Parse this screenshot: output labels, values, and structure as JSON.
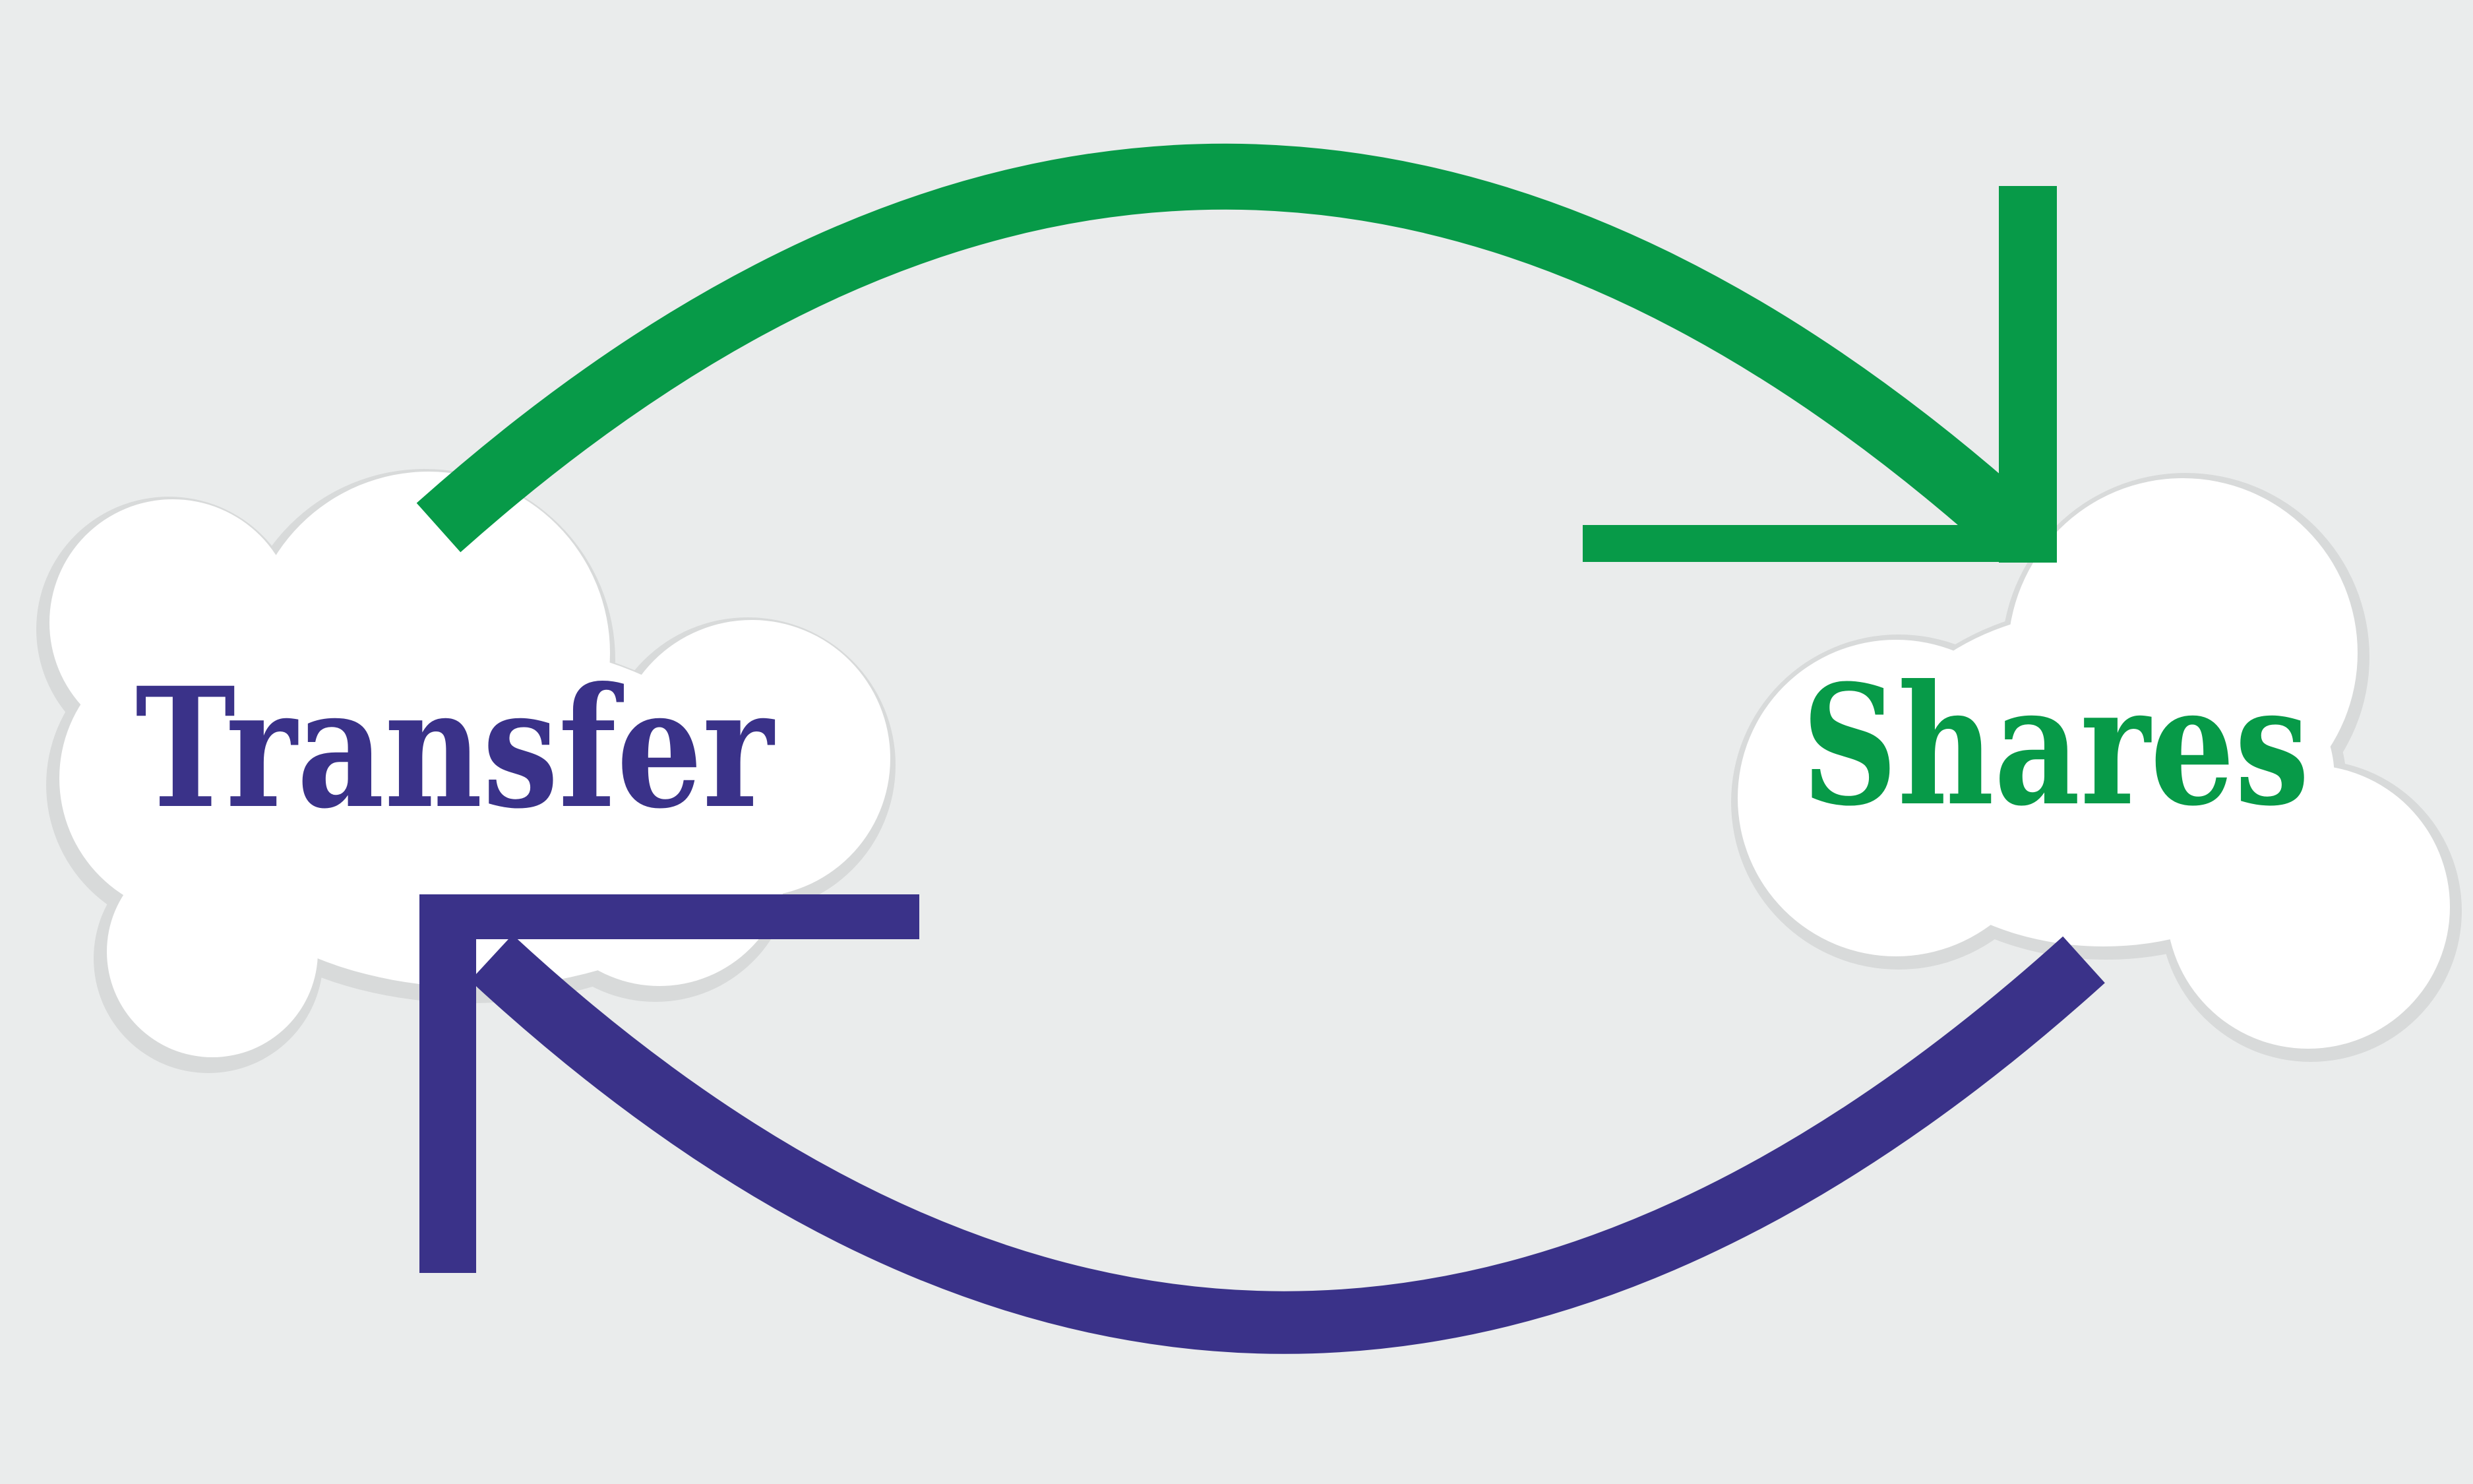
{
  "colors": {
    "background": "#eaecec",
    "cloud_fill": "#ffffff",
    "cloud_outline": "#d8dada",
    "green": "#079a48",
    "purple": "#3a3289"
  },
  "clouds": {
    "left": {
      "label": "Transfer"
    },
    "right": {
      "label": "Shares"
    }
  },
  "arrows": {
    "top": {
      "color_name": "green",
      "from": "Transfer",
      "to": "Shares"
    },
    "bottom": {
      "color_name": "purple",
      "from": "Shares",
      "to": "Transfer"
    }
  }
}
